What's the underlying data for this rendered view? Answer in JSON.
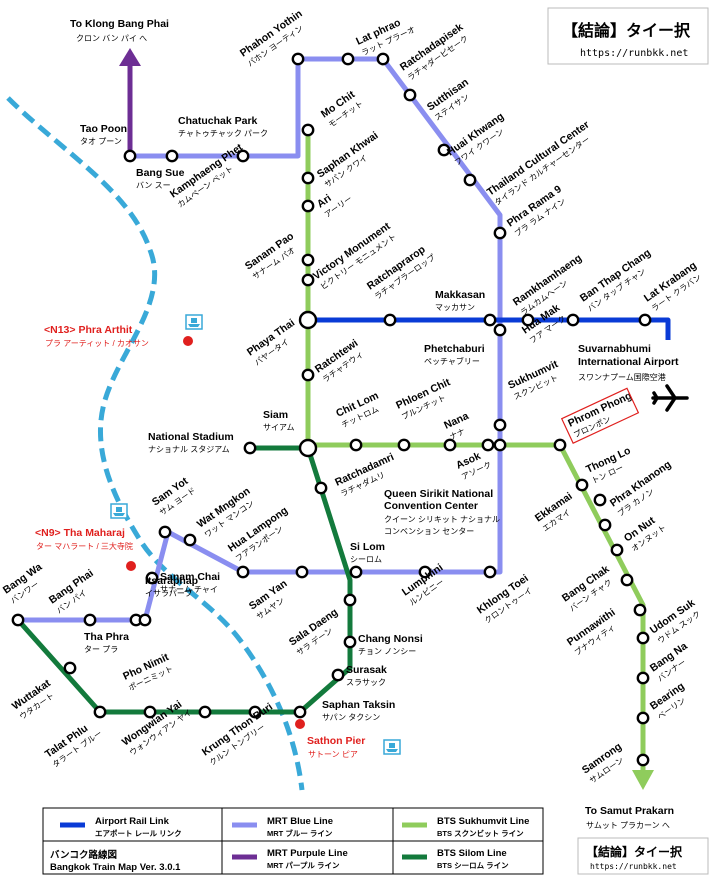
{
  "brand": {
    "name": "【結論】タイー択",
    "url": "https://runbkk.net"
  },
  "colors": {
    "airport": "#0a3bd6",
    "blue": "#8a8ef0",
    "purple": "#6d2e94",
    "sukhumvit": "#8fcc5c",
    "silom": "#137a3c",
    "river": "#39a9d8",
    "pier": "#e0201e"
  },
  "directions": {
    "klong_bang_phai": {
      "en": "To Klong Bang Phai",
      "jp": "クロン バン パイ へ"
    },
    "samut_prakarn": {
      "en": "To Samut Prakarn",
      "jp": "サムット プラカーン へ"
    }
  },
  "piers": {
    "phra_arthit": {
      "en": "<N13> Phra Arthit",
      "jp": "プラ アーティット / カオサン"
    },
    "tha_maharaj": {
      "en": "<N9> Tha Maharaj",
      "jp": "ター マハラート / 三大寺院"
    },
    "sathon": {
      "en": "Sathon Pier",
      "jp": "サトーン ピア"
    }
  },
  "airport_label": {
    "en1": "Suvarnabhumi",
    "en2": "International Airport",
    "jp": "スワンナプーム国際空港"
  },
  "highlight_station": "Phrom Phong",
  "stations": [
    {
      "id": "tao-poon",
      "en": "Tao Poon",
      "jp": "タオ プーン"
    },
    {
      "id": "bang-sue",
      "en": "Bang Sue",
      "jp": "バン スー"
    },
    {
      "id": "kamphaeng-phet",
      "en": "Kamphaeng Phet",
      "jp": "カムペーン ペット"
    },
    {
      "id": "chatuchak-park",
      "en": "Chatuchak Park",
      "jp": "チャトゥチャック パーク"
    },
    {
      "id": "phahon-yothin",
      "en": "Phahon Yothin",
      "jp": "パホン ヨーティン"
    },
    {
      "id": "lat-phrao",
      "en": "Lat phrao",
      "jp": "ラット プラーオ"
    },
    {
      "id": "ratchadapisek",
      "en": "Ratchadapisek",
      "jp": "ラチャダーピセーク"
    },
    {
      "id": "sutthisan",
      "en": "Sutthisan",
      "jp": "ステイサン"
    },
    {
      "id": "huai-khwang",
      "en": "Huai Khwang",
      "jp": "フワイ クワーン"
    },
    {
      "id": "thailand-cultural-center",
      "en": "Thailand Cultural Center",
      "jp": "タイランド カルチャーセンター"
    },
    {
      "id": "phra-rama-9",
      "en": "Phra Rama 9",
      "jp": "プラ ラム ナイン"
    },
    {
      "id": "mo-chit",
      "en": "Mo Chit",
      "jp": "モーチット"
    },
    {
      "id": "saphan-khwai",
      "en": "Saphan Khwai",
      "jp": "サパン クワイ"
    },
    {
      "id": "ari",
      "en": "Ari",
      "jp": "アーリー"
    },
    {
      "id": "sanam-pao",
      "en": "Sanam Pao",
      "jp": "サナーム パオ"
    },
    {
      "id": "victory-monument",
      "en": "Victory Monument",
      "jp": "ビクトリー モニュメント"
    },
    {
      "id": "ratchaprarop",
      "en": "Ratchaprarop",
      "jp": "ラチャプラーロップ"
    },
    {
      "id": "makkasan",
      "en": "Makkasan",
      "jp": "マッカサン"
    },
    {
      "id": "ramkhamhaeng",
      "en": "Ramkhamhaeng",
      "jp": "ラムカムヘーン"
    },
    {
      "id": "ban-thap-chang",
      "en": "Ban Thap Chang",
      "jp": "バン タップ チャン"
    },
    {
      "id": "lat-krabang",
      "en": "Lat Krabang",
      "jp": "ラート クラバン"
    },
    {
      "id": "hua-mak",
      "en": "Hua Mak",
      "jp": "フア マーク"
    },
    {
      "id": "phaya-thai",
      "en": "Phaya Thai",
      "jp": "パヤータイ"
    },
    {
      "id": "ratchtewi",
      "en": "Ratchtewi",
      "jp": "ラチャテウィ"
    },
    {
      "id": "phetchaburi",
      "en": "Phetchaburi",
      "jp": "ペッチャブリー"
    },
    {
      "id": "siam",
      "en": "Siam",
      "jp": "サイアム"
    },
    {
      "id": "national-stadium",
      "en": "National Stadium",
      "jp": "ナショナル スタジアム"
    },
    {
      "id": "chit-lom",
      "en": "Chit Lom",
      "jp": "チットロム"
    },
    {
      "id": "phloen-chit",
      "en": "Phloen Chit",
      "jp": "プルンチット"
    },
    {
      "id": "nana",
      "en": "Nana",
      "jp": "ナナ"
    },
    {
      "id": "asok",
      "en": "Asok",
      "jp": "アソーク"
    },
    {
      "id": "sukhumvit",
      "en": "Sukhumvit",
      "jp": "スクンビット"
    },
    {
      "id": "phrom-phong",
      "en": "Phrom Phong",
      "jp": "プロンポン"
    },
    {
      "id": "thong-lo",
      "en": "Thong Lo",
      "jp": "トン ロー"
    },
    {
      "id": "ekkamai",
      "en": "Ekkamai",
      "jp": "エカマイ"
    },
    {
      "id": "phra-khanong",
      "en": "Phra Khanong",
      "jp": "プラ カノン"
    },
    {
      "id": "on-nut",
      "en": "On Nut",
      "jp": "オンヌット"
    },
    {
      "id": "bang-chak",
      "en": "Bang Chak",
      "jp": "バーン チャク"
    },
    {
      "id": "punnawithi",
      "en": "Punnawithi",
      "jp": "プナウィティ"
    },
    {
      "id": "udom-suk",
      "en": "Udom Suk",
      "jp": "ウドム スック"
    },
    {
      "id": "bang-na",
      "en": "Bang Na",
      "jp": "バンナー"
    },
    {
      "id": "bearing",
      "en": "Bearing",
      "jp": "ベーリン"
    },
    {
      "id": "samrong",
      "en": "Samrong",
      "jp": "サムローン"
    },
    {
      "id": "ratchadamri",
      "en": "Ratchadamri",
      "jp": "ラチャダムリ"
    },
    {
      "id": "queen-sirikit",
      "en": "Queen Sirikit National",
      "en2": "Convention Center",
      "jp": "クイーン シリキット ナショナル",
      "jp2": "コンベンション センター"
    },
    {
      "id": "sam-yot",
      "en": "Sam Yot",
      "jp": "サム ヨード"
    },
    {
      "id": "wat-mangkon",
      "en": "Wat Mngkon",
      "jp": "ワット マンコン"
    },
    {
      "id": "hua-lampong",
      "en": "Hua Lampong",
      "jp": "フアランポーン"
    },
    {
      "id": "si-lom",
      "en": "Si Lom",
      "jp": "シーロム"
    },
    {
      "id": "sanam-chai",
      "en": "Sanam Chai",
      "jp": "サナーム チャイ"
    },
    {
      "id": "sam-yan",
      "en": "Sam Yan",
      "jp": "サムヤン"
    },
    {
      "id": "lumphini",
      "en": "Lumphini",
      "jp": "ルンピニー"
    },
    {
      "id": "khlong-toei",
      "en": "Khlong Toei",
      "jp": "クロントゥーイ"
    },
    {
      "id": "sala-daeng",
      "en": "Sala Daeng",
      "jp": "サラ デーン"
    },
    {
      "id": "bang-wa",
      "en": "Bang Wa",
      "jp": "バンワー"
    },
    {
      "id": "bang-phai",
      "en": "Bang Phai",
      "jp": "バン パイ"
    },
    {
      "id": "tha-phra",
      "en": "Tha Phra",
      "jp": "ター プラ"
    },
    {
      "id": "itsaraphap",
      "en": "Itsaraphap",
      "jp": "イサラパープ"
    },
    {
      "id": "chang-nonsi",
      "en": "Chang Nonsi",
      "jp": "チョン ノンシー"
    },
    {
      "id": "surasak",
      "en": "Surasak",
      "jp": "スラサック"
    },
    {
      "id": "wuttakat",
      "en": "Wuttakat",
      "jp": "ウタカート"
    },
    {
      "id": "pho-nimit",
      "en": "Pho Nimit",
      "jp": "ポーニミット"
    },
    {
      "id": "talat-phlu",
      "en": "Talat Phlu",
      "jp": "タラート プルー"
    },
    {
      "id": "wongwian-yai",
      "en": "Wongwian Yai",
      "jp": "ウォンウィアン ヤイ"
    },
    {
      "id": "krung-thon-buri",
      "en": "Krung Thon Buri",
      "jp": "クルン トンブリー"
    },
    {
      "id": "saphan-taksin",
      "en": "Saphan Taksin",
      "jp": "サパン タクシン"
    }
  ],
  "legend": {
    "items": [
      {
        "en": "Airport Rail Link",
        "jp": "エアポート レール リンク"
      },
      {
        "en": "MRT Blue Line",
        "jp": "MRT ブルー ライン"
      },
      {
        "en": "BTS Sukhumvit Line",
        "jp": "BTS スクンビット ライン"
      },
      {
        "en": "MRT Purpule Line",
        "jp": "MRT パープル ライン"
      },
      {
        "en": "BTS Silom Line",
        "jp": "BTS シーロム ライン"
      }
    ],
    "title_jp": "バンコク路線図",
    "title_en": "Bangkok Train Map Ver. 3.0.1"
  }
}
